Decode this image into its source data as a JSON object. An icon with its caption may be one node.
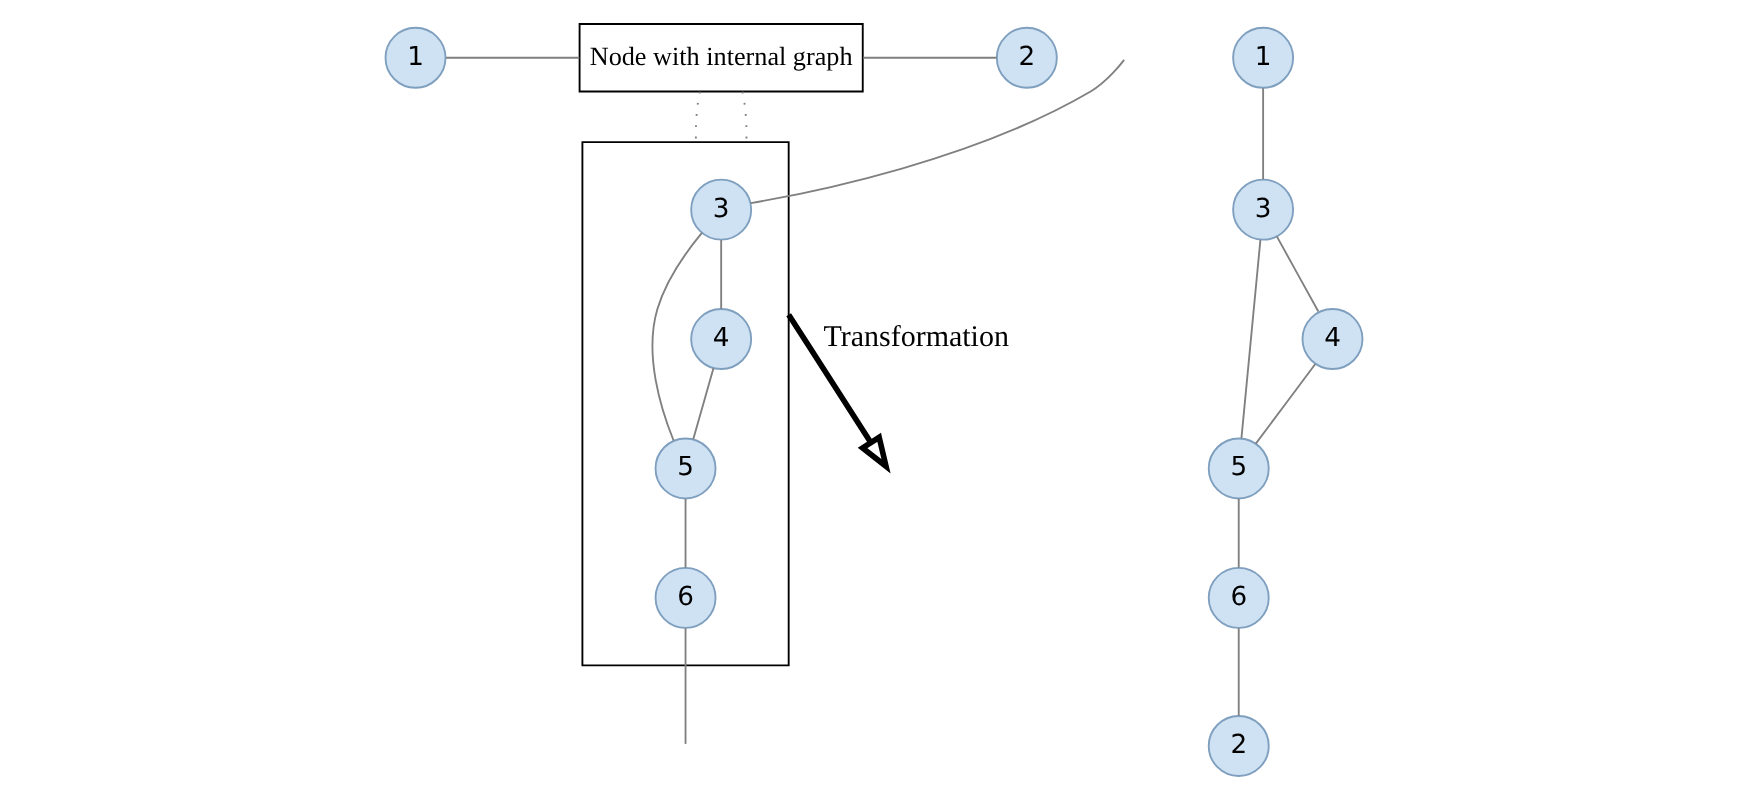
{
  "diagram": {
    "nodes": [
      {
        "text": [
          "1"
        ]
      },
      {
        "text": [
          "Node with internal graph"
        ]
      },
      {
        "text": [
          "2"
        ]
      },
      {
        "text": [],
        "shape": "box"
      },
      {
        "text": [
          "3"
        ],
        "in": 3
      },
      {
        "text": [
          "5"
        ],
        "in": 3
      },
      {
        "text": [
          "4"
        ],
        "in": 3
      },
      {
        "text": [
          "6"
        ],
        "in": 3
      },
      {
        "text": [
          "1"
        ]
      },
      {
        "text": [
          "2"
        ]
      },
      {
        "text": [
          "3"
        ]
      },
      {
        "text": [
          "5"
        ]
      },
      {
        "text": [
          "4"
        ]
      },
      {
        "text": [
          "6"
        ]
      }
    ],
    "edges": [
      {
        "from": 0,
        "to": 1,
        "arrow": "none"
      },
      {
        "from": 1,
        "to": 2,
        "arrow": "none"
      },
      {
        "from": 1,
        "to": 3,
        "arrow": "none",
        "style": "dashed"
      },
      {
        "from": 1,
        "to": 3,
        "arrow": "none",
        "style": "dashed"
      },
      {
        "from": 4,
        "to": 5,
        "arrow": "none"
      },
      {
        "from": 4,
        "to": 6,
        "arrow": "none"
      },
      {
        "from": 6,
        "to": 5,
        "arrow": "none"
      },
      {
        "from": 5,
        "to": 7,
        "arrow": "none"
      },
      {
        "from": null,
        "to": 4,
        "arrow": "none"
      },
      {
        "from": 7,
        "to": null,
        "arrow": "none"
      },
      {
        "from": 8,
        "to": 10,
        "arrow": "none"
      },
      {
        "from": 10,
        "to": 11,
        "arrow": "none"
      },
      {
        "from": 10,
        "to": 12,
        "arrow": "none"
      },
      {
        "from": 12,
        "to": 11,
        "arrow": "none"
      },
      {
        "from": 11,
        "to": 13,
        "arrow": "none"
      },
      {
        "from": 13,
        "to": 9,
        "arrow": "none"
      },
      {
        "from": 3,
        "to": null,
        "arrow": "to",
        "style": "thick",
        "color": "#000000",
        "label": "Transformation"
      }
    ]
  }
}
